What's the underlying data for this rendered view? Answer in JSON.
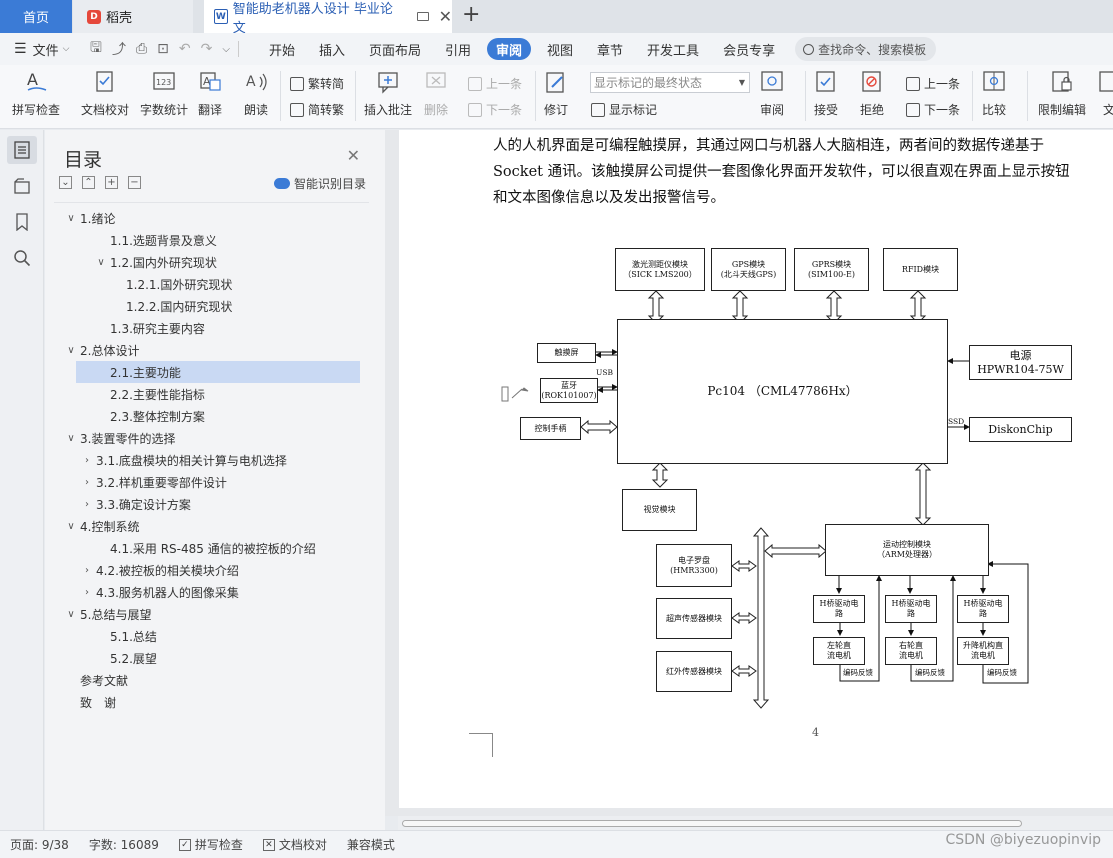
{
  "tabs": {
    "home": "首页",
    "wps": "稻壳",
    "doc": "智能助老机器人设计 毕业论文",
    "add": "+"
  },
  "menu": {
    "file": "文件",
    "items": [
      "开始",
      "插入",
      "页面布局",
      "引用",
      "审阅",
      "视图",
      "章节",
      "开发工具",
      "会员专享"
    ],
    "active": "审阅",
    "search": "查找命令、搜索模板"
  },
  "ribbon": {
    "spell": "拼写检查",
    "proof": "文档校对",
    "count": "字数统计",
    "translate": "翻译",
    "read": "朗读",
    "trad": "繁转简",
    "simp": "简转繁",
    "insert_comment": "插入批注",
    "delete": "删除",
    "prev": "上一条",
    "next": "下一条",
    "revise": "修订",
    "markup_state": "显示标记的最终状态",
    "show_markup": "显示标记",
    "review": "审阅",
    "accept": "接受",
    "reject": "拒绝",
    "prev2": "上一条",
    "next2": "下一条",
    "compare": "比较",
    "restrict": "限制编辑",
    "doc_more": "文"
  },
  "toc": {
    "title": "目录",
    "smart": "智能识别目录",
    "items": [
      {
        "label": "1.绪论",
        "level": 1,
        "caret": "v"
      },
      {
        "label": "1.1.选题背景及意义",
        "level": 2,
        "caret": ""
      },
      {
        "label": "1.2.国内外研究现状",
        "level": 2,
        "caret": "v"
      },
      {
        "label": "1.2.1.国外研究现状",
        "level": 3,
        "caret": ""
      },
      {
        "label": "1.2.2.国内研究现状",
        "level": 3,
        "caret": ""
      },
      {
        "label": "1.3.研究主要内容",
        "level": 2,
        "caret": ""
      },
      {
        "label": "2.总体设计",
        "level": 1,
        "caret": "v"
      },
      {
        "label": "2.1.主要功能",
        "level": 2,
        "caret": "",
        "selected": true
      },
      {
        "label": "2.2.主要性能指标",
        "level": 2,
        "caret": ""
      },
      {
        "label": "2.3.整体控制方案",
        "level": 2,
        "caret": ""
      },
      {
        "label": "3.装置零件的选择",
        "level": 1,
        "caret": "v"
      },
      {
        "label": "3.1.底盘模块的相关计算与电机选择",
        "level": 2,
        "caret": ">"
      },
      {
        "label": "3.2.样机重要零部件设计",
        "level": 2,
        "caret": ">"
      },
      {
        "label": "3.3.确定设计方案",
        "level": 2,
        "caret": ">"
      },
      {
        "label": "4.控制系统",
        "level": 1,
        "caret": "v"
      },
      {
        "label": "4.1.采用 RS-485 通信的被控板的介绍",
        "level": 2,
        "caret": ""
      },
      {
        "label": "4.2.被控板的相关模块介绍",
        "level": 2,
        "caret": ">"
      },
      {
        "label": "4.3.服务机器人的图像采集",
        "level": 2,
        "caret": ">"
      },
      {
        "label": "5.总结与展望",
        "level": 1,
        "caret": "v"
      },
      {
        "label": "5.1.总结",
        "level": 2,
        "caret": ""
      },
      {
        "label": "5.2.展望",
        "level": 2,
        "caret": ""
      },
      {
        "label": "参考文献",
        "level": 0,
        "caret": ""
      },
      {
        "label": "致　谢",
        "level": 0,
        "caret": ""
      }
    ]
  },
  "page": {
    "lines": [
      "人的人机界面是可编程触摸屏，其通过网口与机器人大脑相连，两者间的数据传递基于",
      "Socket  通讯。该触摸屏公司提供一套图像化界面开发软件，可以很直观在界面上显示按钮",
      "和文本图像信息以及发出报警信号。"
    ],
    "page_number": "4"
  },
  "diagram": {
    "lidar_1": "激光测距仪模块",
    "lidar_2": "（SICK LMS200）",
    "gps_1": "GPS模块",
    "gps_2": "(北斗天线GPS)",
    "gprs_1": "GPRS模块",
    "gprs_2": "(SIM100-E)",
    "rfid": "RFID模块",
    "touch": "触摸屏",
    "usb": "USB",
    "bt_1": "蓝牙",
    "bt_2": "(ROK101007)",
    "handle": "控制手柄",
    "main": "Pc104 （CML47786Hx）",
    "power_1": "电源",
    "power_2": "HPWR104-75W",
    "ssd": "SSD",
    "disk": "DiskonChip",
    "vision": "视觉模块",
    "compass_1": "电子罗盘",
    "compass_2": "(HMR3300)",
    "ultra": "超声传感器模块",
    "ir": "红外传感器模块",
    "motion_1": "运动控制模块",
    "motion_2": "（ARM处理器）",
    "hb1_1": "H桥驱动电",
    "hb1_2": "路",
    "hb2_1": "H桥驱动电",
    "hb2_2": "路",
    "hb3_1": "H桥驱动电",
    "hb3_2": "路",
    "m1_1": "左轮直",
    "m1_2": "流电机",
    "m2_1": "右轮直",
    "m2_2": "流电机",
    "m3_1": "升降机构直",
    "m3_2": "流电机",
    "fb1": "编码反馈",
    "fb2": "编码反馈",
    "fb3": "编码反馈"
  },
  "status": {
    "page": "页面: 9/38",
    "words": "字数: 16089",
    "spell": "拼写检查",
    "proof": "文档校对",
    "compat": "兼容模式"
  },
  "watermark": "CSDN @biyezuopinvip",
  "colors": {
    "accent": "#3b7bd6",
    "selected_toc": "#c9d9f3"
  }
}
